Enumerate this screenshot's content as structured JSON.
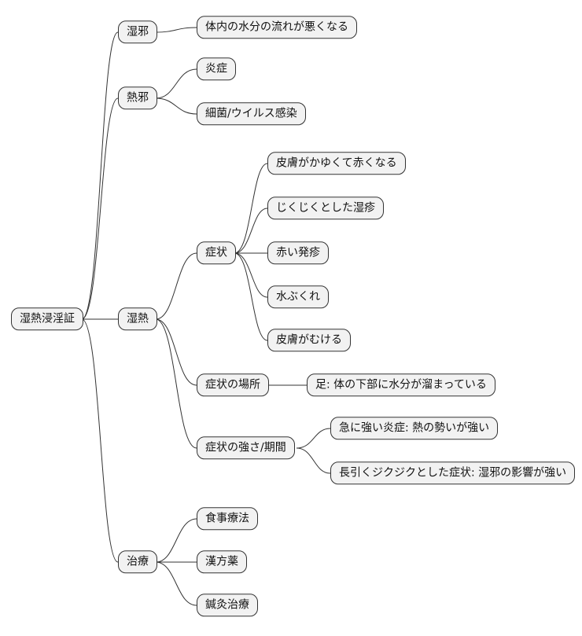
{
  "mindmap": {
    "root": {
      "label": "湿熱浸淫証"
    },
    "branches": [
      {
        "label": "湿邪",
        "children": [
          {
            "label": "体内の水分の流れが悪くなる"
          }
        ]
      },
      {
        "label": "熱邪",
        "children": [
          {
            "label": "炎症"
          },
          {
            "label": "細菌/ウイルス感染"
          }
        ]
      },
      {
        "label": "湿熱",
        "children": [
          {
            "label": "症状",
            "children": [
              {
                "label": "皮膚がかゆくて赤くなる"
              },
              {
                "label": "じくじくとした湿疹"
              },
              {
                "label": "赤い発疹"
              },
              {
                "label": "水ぶくれ"
              },
              {
                "label": "皮膚がむける"
              }
            ]
          },
          {
            "label": "症状の場所",
            "children": [
              {
                "label": "足: 体の下部に水分が溜まっている"
              }
            ]
          },
          {
            "label": "症状の強さ/期間",
            "children": [
              {
                "label": "急に強い炎症: 熱の勢いが強い"
              },
              {
                "label": "長引くジクジクとした症状: 湿邪の影響が強い"
              }
            ]
          }
        ]
      },
      {
        "label": "治療",
        "children": [
          {
            "label": "食事療法"
          },
          {
            "label": "漢方薬"
          },
          {
            "label": "鍼灸治療"
          }
        ]
      }
    ],
    "style": {
      "node_fill": "#f2f2f2",
      "node_border": "#333333",
      "connector_color": "#333333",
      "background": "#ffffff"
    }
  }
}
